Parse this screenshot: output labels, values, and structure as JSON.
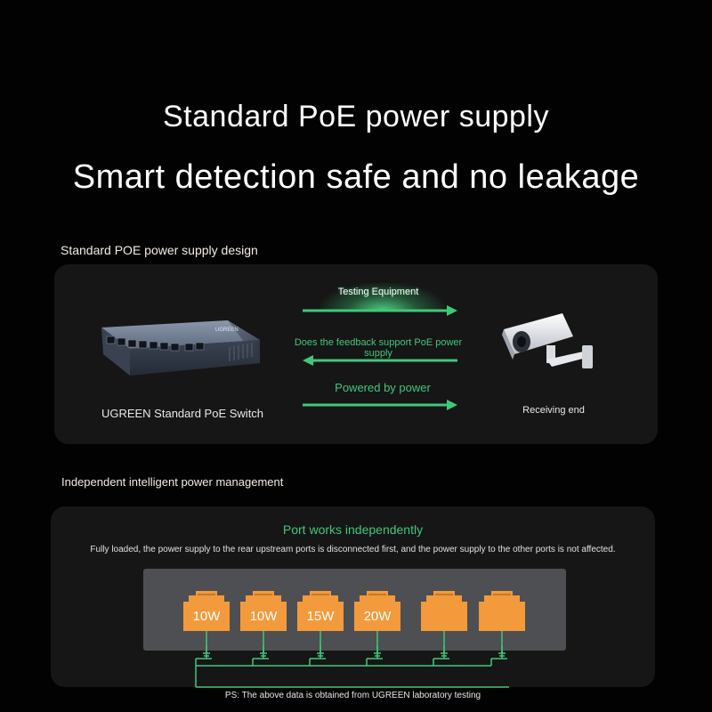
{
  "headline": {
    "line1": "Standard PoE power supply",
    "line2": "Smart detection safe and no leakage"
  },
  "section1": {
    "label": "Standard POE power supply design",
    "switch_caption": "UGREEN Standard PoE Switch",
    "switch_brand": "UGREEN",
    "arrow1_label": "Testing Equipment",
    "arrow2_label": "Does the feedback support PoE power supply",
    "arrow3_label": "Powered by power",
    "receiver_caption": "Receiving end"
  },
  "section2": {
    "label": "Independent intelligent power management",
    "heading": "Port works independently",
    "description": "Fully loaded, the power supply to the rear upstream ports is disconnected first, and the power supply to the other ports is not affected.",
    "ports": [
      "10W",
      "10W",
      "15W",
      "20W",
      "",
      ""
    ],
    "footnote": "PS: The above data is obtained from UGREEN laboratory testing"
  },
  "colors": {
    "background": "#020202",
    "panel": "#161616",
    "accent_green": "#41c77b",
    "port_orange": "#f29a3c",
    "inner_box": "#4e4f52"
  },
  "icons": [
    "poe-switch-icon",
    "security-camera-icon",
    "rj45-port-icon",
    "arrow-right-icon",
    "arrow-left-icon",
    "ground-icon"
  ]
}
